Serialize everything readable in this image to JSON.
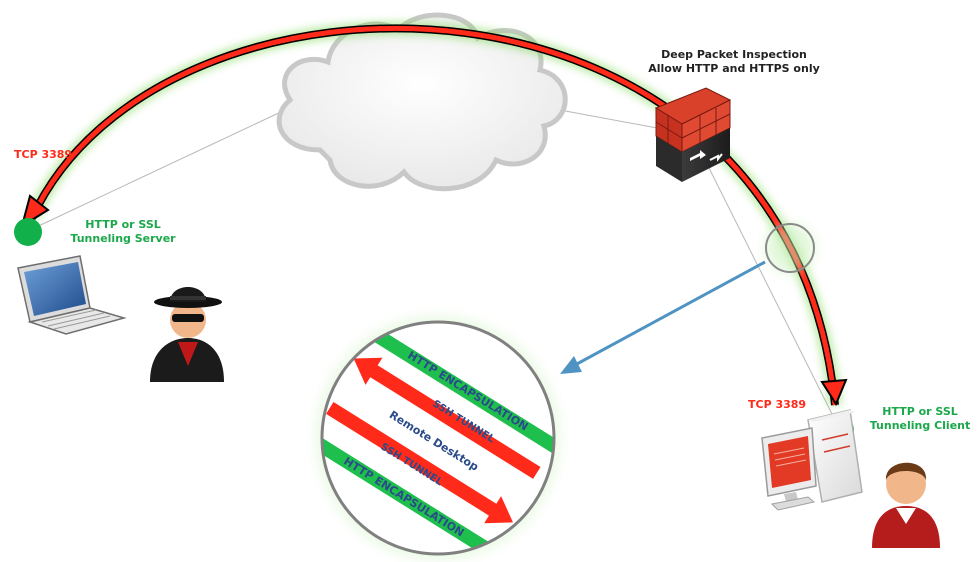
{
  "firewall": {
    "title_line1": "Deep Packet Inspection",
    "title_line2": "Allow HTTP and HTTPS only"
  },
  "server": {
    "port_label": "TCP 3389",
    "name_line1": "HTTP or SSL",
    "name_line2": "Tunneling Server"
  },
  "client": {
    "port_label": "TCP 3389",
    "name_line1": "HTTP or SSL",
    "name_line2": "Tunneling Client"
  },
  "tunnel_detail": {
    "encapsulation_top": "HTTP ENCAPSULATION",
    "ssh_tunnel_top": "SSH TUNNEL",
    "center_label": "Remote Desktop",
    "ssh_tunnel_bottom": "SSH TUNNEL",
    "encapsulation_bottom": "HTTP ENCAPSULATION"
  },
  "colors": {
    "tunnel_red": "#ff2a1a",
    "encapsulation_green": "#1fbf4e",
    "endpoint_green": "#12b04a",
    "pointer_blue": "#4f93c3",
    "label_red": "#ff2a1a",
    "label_green": "#1aa84a"
  },
  "icons": [
    "cloud-icon",
    "firewall-icon",
    "laptop-icon",
    "hacker-icon",
    "desktop-computer-icon",
    "user-icon",
    "magnifier-circle-icon"
  ]
}
